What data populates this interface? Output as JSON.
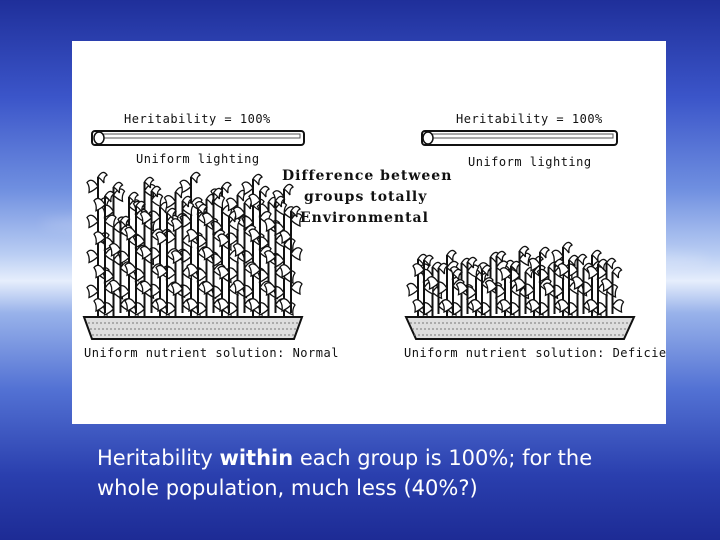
{
  "diagram": {
    "left_group": {
      "heritability_label": "Heritability = 100%",
      "lighting_label": "Uniform lighting",
      "nutrient_label": "Uniform nutrient solution: Normal"
    },
    "right_group": {
      "heritability_label": "Heritability = 100%",
      "lighting_label": "Uniform lighting",
      "nutrient_label": "Uniform nutrient solution: Deficient"
    },
    "center_note": {
      "line1": "Difference between",
      "line2": "groups totally",
      "line3": "Environmental"
    }
  },
  "caption": {
    "before": "Heritability ",
    "emphasis": "within",
    "after": " each group is 100%; for the whole population, much less (40%?)"
  },
  "colors": {
    "background_top": "#1f2f9a",
    "background_horizon": "#e6eefc",
    "caption_text": "#ffffff"
  }
}
